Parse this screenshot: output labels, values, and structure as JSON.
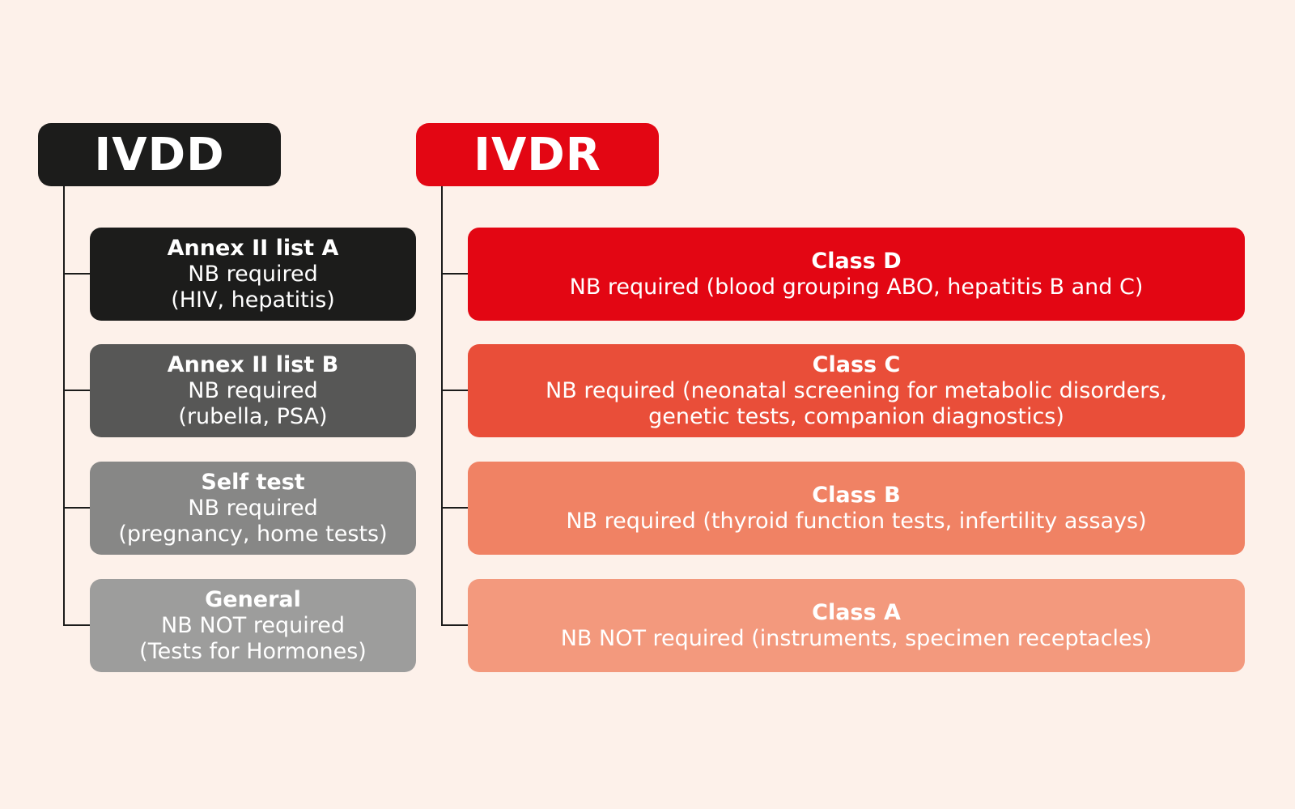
{
  "ivdd": {
    "header": "IVDD",
    "items": [
      {
        "title": "Annex II list A",
        "lines": [
          "NB required",
          "(HIV, hepatitis)"
        ]
      },
      {
        "title": "Annex II list B",
        "lines": [
          "NB required",
          "(rubella, PSA)"
        ]
      },
      {
        "title": "Self test",
        "lines": [
          "NB required",
          "(pregnancy, home tests)"
        ]
      },
      {
        "title": "General",
        "lines": [
          "NB NOT required",
          "(Tests for Hormones)"
        ]
      }
    ]
  },
  "ivdr": {
    "header": "IVDR",
    "items": [
      {
        "title": "Class D",
        "lines": [
          "NB required (blood grouping ABO, hepatitis B and C)"
        ]
      },
      {
        "title": "Class C",
        "lines": [
          "NB required (neonatal screening for metabolic disorders,",
          "genetic tests, companion diagnostics)"
        ]
      },
      {
        "title": "Class B",
        "lines": [
          "NB required (thyroid function tests, infertility assays)"
        ]
      },
      {
        "title": "Class A",
        "lines": [
          "NB NOT required (instruments, specimen receptacles)"
        ]
      }
    ]
  },
  "colors": {
    "background": "#fdf1ea",
    "ivdd": [
      "#1c1c1b",
      "#575756",
      "#878786",
      "#9d9d9c"
    ],
    "ivdr": [
      "#e30613",
      "#e94e39",
      "#f08264",
      "#f3997d"
    ]
  }
}
